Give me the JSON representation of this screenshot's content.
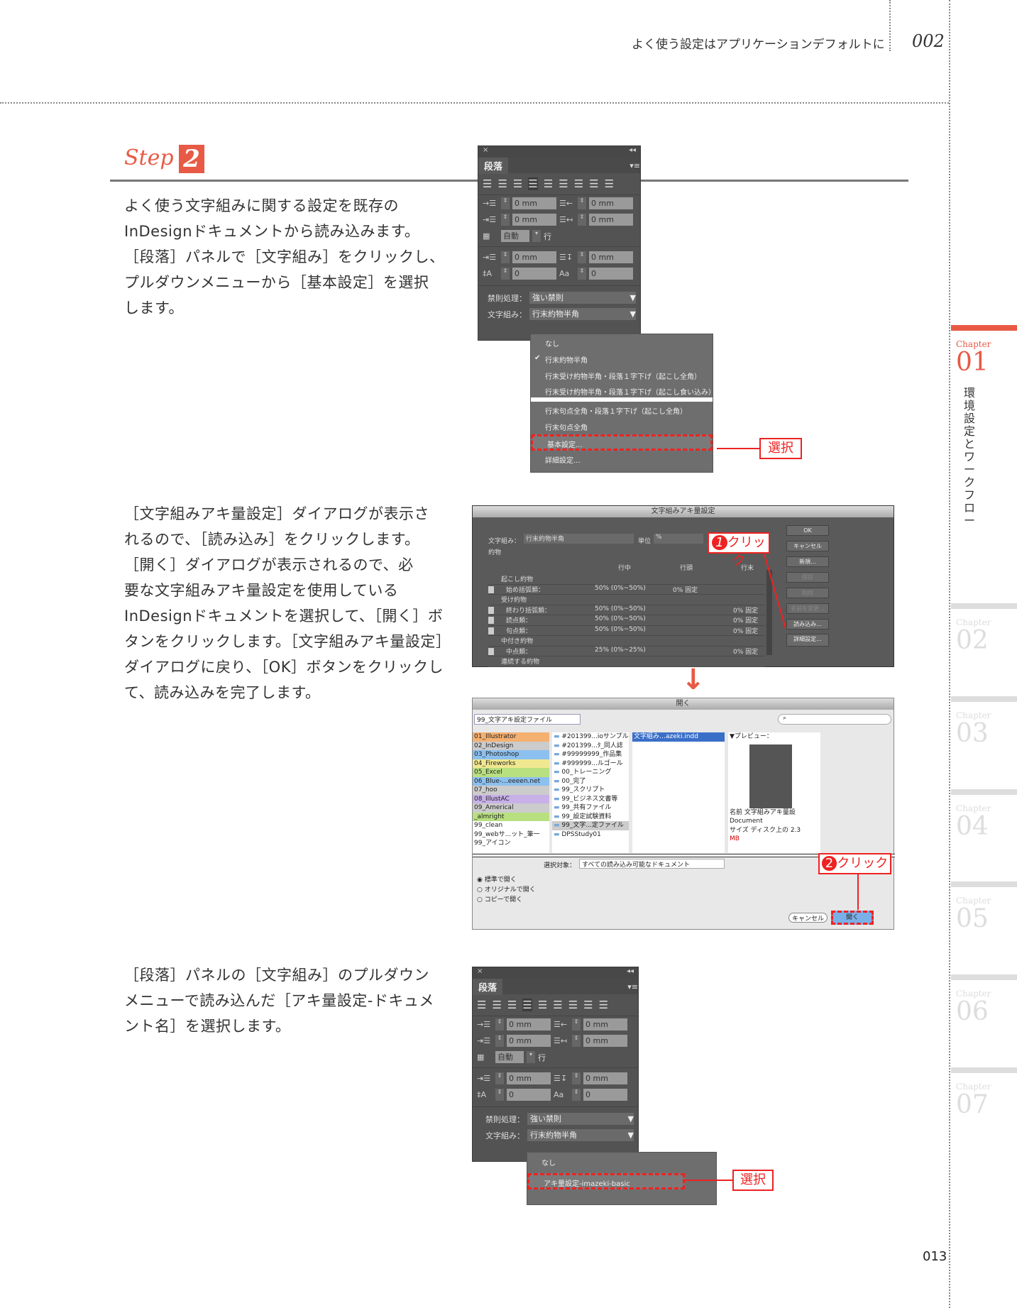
{
  "header": {
    "title": "よく使う設定はアプリケーションデフォルトに",
    "number": "002"
  },
  "step": {
    "label": "Step",
    "number": "2"
  },
  "paragraphs": [
    [
      "よく使う文字組みに関する設定を既存の",
      "InDesignドキュメントから読み込みます。",
      "［段落］パネルで［文字組み］をクリックし、",
      "プルダウンメニューから［基本設定］を選択",
      "します。"
    ],
    [
      "［文字組みアキ量設定］ダイアログが表示さ",
      "れるので、［読み込み］をクリックします。",
      "［開く］ダイアログが表示されるので、必",
      "要な文字組みアキ量設定を使用している",
      "InDesignドキュメントを選択して、［開く］ボ",
      "タンをクリックします。［文字組みアキ量設定］",
      "ダイアログに戻り、［OK］ボタンをクリックし",
      "て、読み込みを完了します。"
    ],
    [
      "［段落］パネルの［文字組み］のプルダウン",
      "メニューで読み込んだ［アキ量設定-ドキュメ",
      "ント名］を選択します。"
    ]
  ],
  "panel": {
    "title": "段落",
    "close": "×",
    "collapse": "◂◂",
    "menu": "▾≡",
    "fields": [
      "0 mm",
      "0 mm",
      "0 mm",
      "0 mm",
      "0 mm",
      "0 mm",
      "0",
      "0"
    ],
    "leading": "自動",
    "leading_unit": "行",
    "kinsoku_label": "禁則処理：",
    "kinsoku_value": "強い禁則",
    "mojikumi_label": "文字組み：",
    "mojikumi_value": "行末約物半角"
  },
  "menu1": {
    "items": [
      "なし",
      "行末約物半角",
      "行末受け約物半角・段落１字下げ（起こし全角）",
      "行末受け約物半角・段落１字下げ（起こし食い込み）",
      "行末句点全角・段落１字下げ（起こし全角）",
      "行末句点全角",
      "基本設定...",
      "詳細設定..."
    ],
    "checked": "✔"
  },
  "menu3": {
    "items": [
      "なし",
      "アキ量設定-imazeki-basic"
    ]
  },
  "callouts": {
    "select": "選択",
    "click1": "クリック",
    "click2": "クリック",
    "n1": "1",
    "n2": "2"
  },
  "dialog1": {
    "title": "文字組みアキ量設定",
    "mojikumi_label": "文字組み：",
    "mojikumi_value": "行末約物半角",
    "unit_label": "単位",
    "unit_value": "%",
    "section": "約物",
    "cols": [
      "行中",
      "行頭",
      "行末"
    ],
    "rows": [
      {
        "g": "起こし約物"
      },
      {
        "n": "始め括弧類：",
        "m": "50% (0%~50%)",
        "h": "0% 固定",
        "e": ""
      },
      {
        "g": "受け約物"
      },
      {
        "n": "終わり括弧類：",
        "m": "50% (0%~50%)",
        "h": "",
        "e": "0% 固定"
      },
      {
        "n": "読点類：",
        "m": "50% (0%~50%)",
        "h": "",
        "e": "0% 固定"
      },
      {
        "n": "句点類：",
        "m": "50% (0%~50%)",
        "h": "",
        "e": "0% 固定"
      },
      {
        "g": "中付き約物"
      },
      {
        "n": "中点類：",
        "m": "25% (0%~25%)",
        "h": "",
        "e": "0% 固定"
      },
      {
        "g": "連続する約物"
      }
    ],
    "buttons": [
      "OK",
      "キャンセル",
      "新規...",
      "保存",
      "削除",
      "名前を変更...",
      "読み込み...",
      "詳細設定..."
    ]
  },
  "dialog2": {
    "title": "開く",
    "location": "99_文字アキ設定ファイル",
    "search_placeholder": "",
    "col1": [
      "01_Illustrator",
      "02_InDesign",
      "03_Photoshop",
      "04_Fireworks",
      "05_Excel",
      "06_Blue-...eeeen.net",
      "07_hoo",
      "08_IllustAC",
      "09_Americal",
      "_almright",
      "99_clean",
      "99_webサ...ット_筆一",
      "99_アイコン"
    ],
    "col2": [
      "#201399...ioサンプル",
      "#201399...ﾀ_同人誌",
      "#99999999_作品集",
      "#999999...ルゴール",
      "00_トレーニング",
      "00_完了",
      "99_スクリプト",
      "99_ビジネス文書等",
      "99_共有ファイル",
      "99_設定試験資料",
      "99_文字...定ファイル",
      "DPSStudy01"
    ],
    "file": "文字組み…azeki.indd",
    "preview_label": "▼プレビュー：",
    "info": [
      "名前 文字組みアキ量設",
      "Document",
      "サイズ ディスク上の 2.3",
      "MB"
    ],
    "filter_label": "選択対象：",
    "filter_value": "すべての読み込み可能なドキュメント",
    "radios": [
      "標準で開く",
      "オリジナルで開く",
      "コピーで開く"
    ],
    "cancel": "キャンセル",
    "open": "開く"
  },
  "chapters": [
    {
      "label": "Chapter",
      "num": "01",
      "title": "環境設定とワークフロー"
    },
    {
      "label": "Chapter",
      "num": "02"
    },
    {
      "label": "Chapter",
      "num": "03"
    },
    {
      "label": "Chapter",
      "num": "04"
    },
    {
      "label": "Chapter",
      "num": "05"
    },
    {
      "label": "Chapter",
      "num": "06"
    },
    {
      "label": "Chapter",
      "num": "07"
    }
  ],
  "colors": {
    "accent": "#e85a45",
    "callout": "#e22222"
  },
  "page_number": "013"
}
